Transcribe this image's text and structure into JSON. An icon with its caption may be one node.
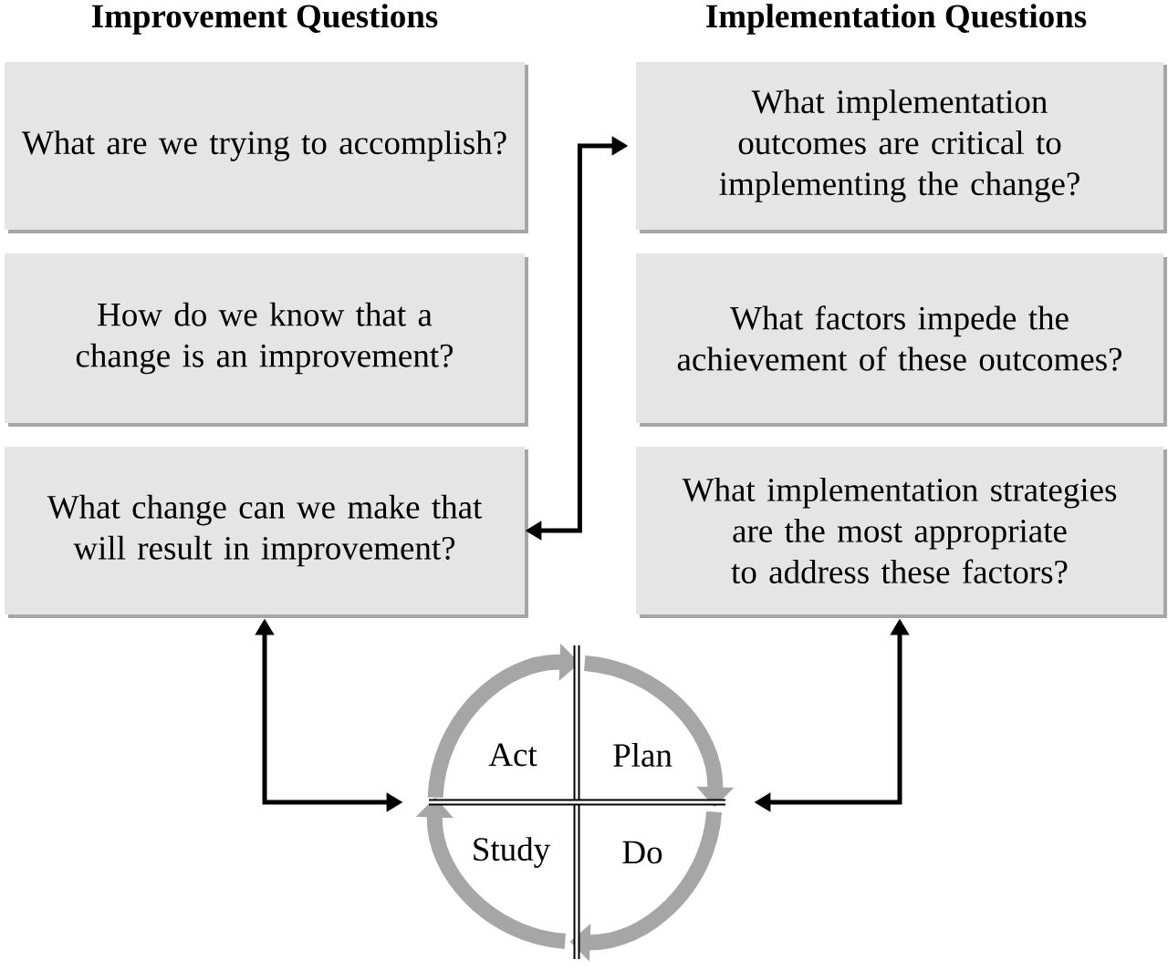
{
  "diagram": {
    "nodes": [
      {
        "text": [
          "What are we trying to accomplish?"
        ]
      },
      {
        "text": [
          "How do we know that a change is an improvement?"
        ]
      },
      {
        "text": [
          "What change can we make that will result in improvement?"
        ]
      },
      {
        "text": [
          "What implementation outcomes are critical to implementing the change?"
        ]
      },
      {
        "text": [
          "What factors impede the achievement of these outcomes?"
        ]
      },
      {
        "text": [
          "What implementation strategies are the most appropriate to address these factors?"
        ]
      },
      {
        "text": [],
        "shape": "circle"
      },
      {
        "text": [
          "Act"
        ],
        "in": 6
      },
      {
        "text": [
          "Plan"
        ],
        "in": 6
      },
      {
        "text": [
          "Study"
        ],
        "in": 6
      },
      {
        "text": [
          "Do"
        ],
        "in": 6
      }
    ],
    "edges": [
      {
        "from": 2,
        "to": 3,
        "arrow": "both"
      },
      {
        "from": 2,
        "to": 6,
        "arrow": "both"
      },
      {
        "from": 5,
        "to": 6,
        "arrow": "both"
      }
    ],
    "labels": [
      "Improvement Questions",
      "Implementation Questions"
    ]
  }
}
